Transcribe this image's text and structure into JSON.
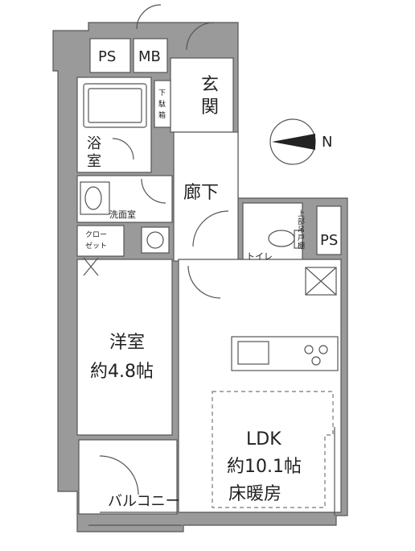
{
  "labels": {
    "ps_top": "PS",
    "mb": "MB",
    "genkan_1": "玄",
    "genkan_2": "関",
    "geta_1": "下",
    "geta_2": "駄",
    "geta_3": "箱",
    "yoku": "浴",
    "shitsu": "室",
    "rouka": "廊下",
    "senmen": "洗面室",
    "closet_1": "クロー",
    "closet_2": "ゼット",
    "toilet": "トイレ",
    "jobu_1": "上",
    "jobu_2": "部",
    "jobu_3": "吊",
    "jobu_4": "戸",
    "jobu_5": "棚",
    "ps_right": "PS",
    "youshitsu": "洋室",
    "youshitsu_size": "約4.8帖",
    "ldk": "LDK",
    "ldk_size": "約10.1帖",
    "yuka": "床暖房",
    "balcony": "バルコニー",
    "compass_n": "N"
  },
  "colors": {
    "wall": "#9a9a9a",
    "line": "#555555"
  }
}
